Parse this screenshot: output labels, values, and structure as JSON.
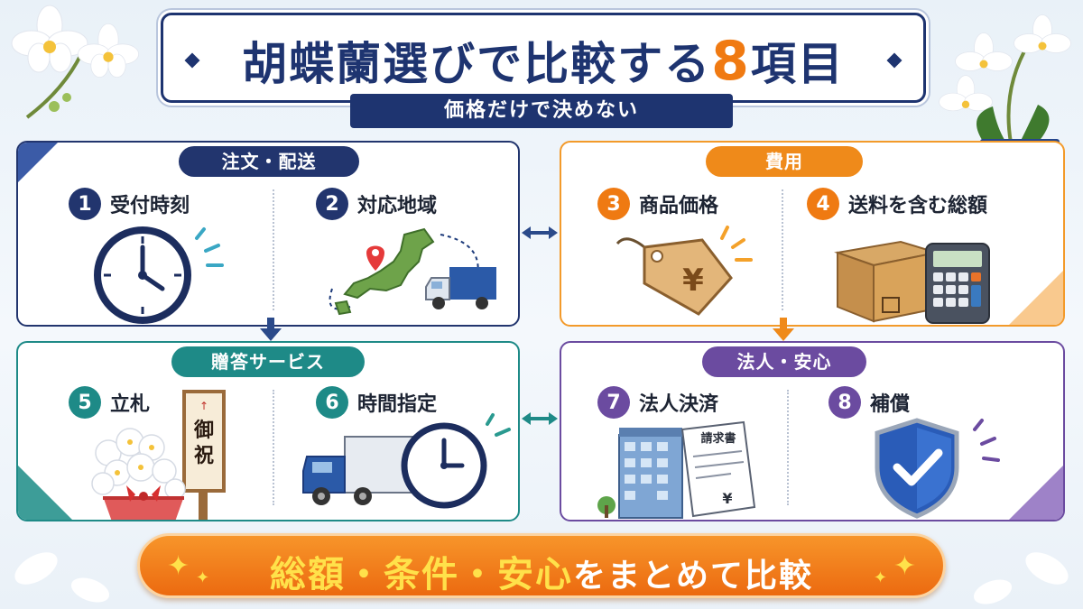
{
  "title": {
    "main": "胡蝶蘭選びで比較する",
    "accent": "8",
    "suffix": "項目"
  },
  "subtitle": "価格だけで決めない",
  "groups": [
    {
      "label": "注文・配送",
      "color": "#22356e",
      "items": [
        {
          "num": "1",
          "label": "受付時刻",
          "icon": "clock-icon"
        },
        {
          "num": "2",
          "label": "対応地域",
          "icon": "japan-map-truck-icon"
        }
      ]
    },
    {
      "label": "費用",
      "color": "#ef8a1a",
      "items": [
        {
          "num": "3",
          "label": "商品価格",
          "icon": "price-tag-icon"
        },
        {
          "num": "4",
          "label": "送料を含む総額",
          "icon": "box-calculator-icon"
        }
      ]
    },
    {
      "label": "贈答サービス",
      "color": "#1e8a87",
      "items": [
        {
          "num": "5",
          "label": "立札",
          "icon": "orchid-with-sign-icon"
        },
        {
          "num": "6",
          "label": "時間指定",
          "icon": "truck-clock-icon"
        }
      ]
    },
    {
      "label": "法人・安心",
      "color": "#6b4ba0",
      "items": [
        {
          "num": "7",
          "label": "法人決済",
          "icon": "building-invoice-icon"
        },
        {
          "num": "8",
          "label": "補償",
          "icon": "shield-check-icon"
        }
      ]
    }
  ],
  "sign_text": {
    "line1": "御",
    "line2": "祝"
  },
  "invoice_text": "請求書",
  "yen": "¥",
  "footer": {
    "highlight": "総額・条件・安心",
    "rest": "をまとめて比較"
  }
}
